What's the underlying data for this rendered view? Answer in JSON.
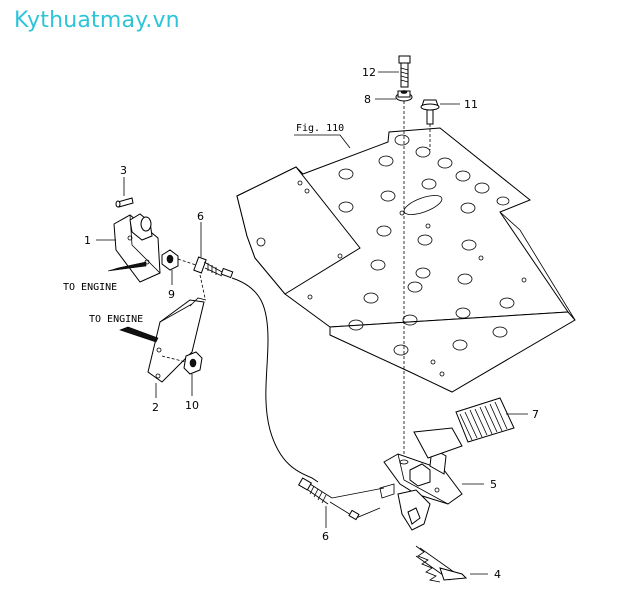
{
  "watermark": "Kythuatmay.vn",
  "figure_ref": "Fig. 110",
  "engine_labels": [
    "TO ENGINE",
    "TO ENGINE"
  ],
  "callouts": {
    "c1": "1",
    "c2": "2",
    "c3": "3",
    "c4": "4",
    "c5": "5",
    "c6a": "6",
    "c6b": "6",
    "c7": "7",
    "c8": "8",
    "c9": "9",
    "c10": "10",
    "c11": "11",
    "c12": "12"
  },
  "colors": {
    "watermark": "#2ec4d8",
    "line": "#000000",
    "background": "#ffffff"
  }
}
